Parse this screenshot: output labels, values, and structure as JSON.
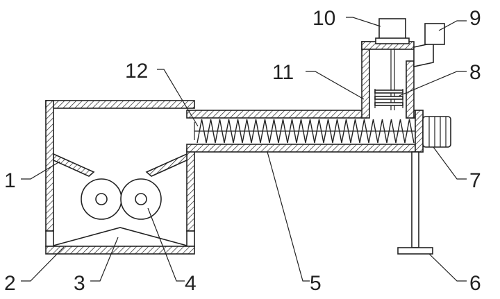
{
  "labels": {
    "l1": "1",
    "l2": "2",
    "l3": "3",
    "l4": "4",
    "l5": "5",
    "l6": "6",
    "l7": "7",
    "l8": "8",
    "l9": "9",
    "l10": "10",
    "l11": "11",
    "l12": "12"
  }
}
